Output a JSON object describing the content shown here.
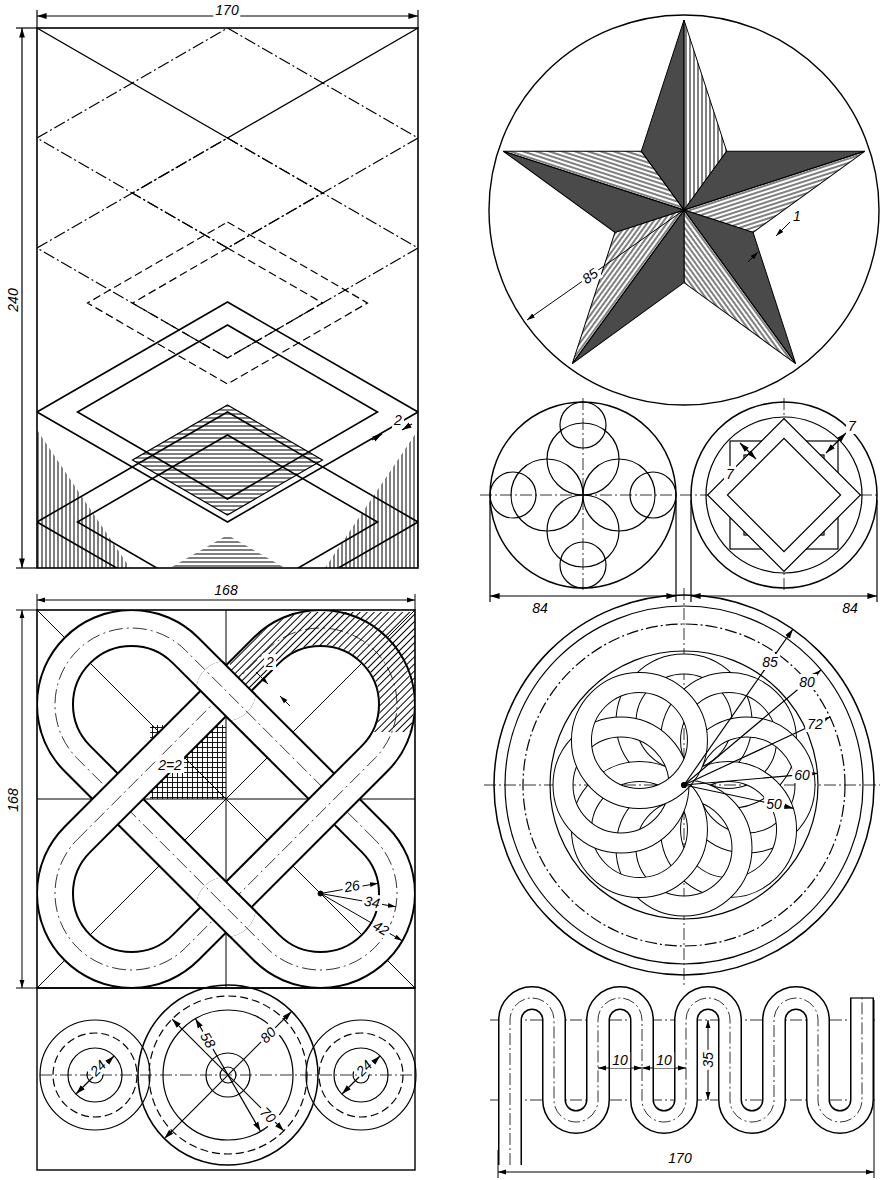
{
  "diagram": {
    "labels": [
      "170",
      "240",
      "2",
      "85",
      "1",
      "84",
      "7",
      "7",
      "84",
      "168",
      "168",
      "2",
      "2=2",
      "26",
      "34",
      "42",
      "24",
      "58",
      "80",
      "70",
      "24",
      "85",
      "80",
      "72",
      "60",
      "50",
      "10",
      "10",
      "35",
      "170"
    ]
  }
}
